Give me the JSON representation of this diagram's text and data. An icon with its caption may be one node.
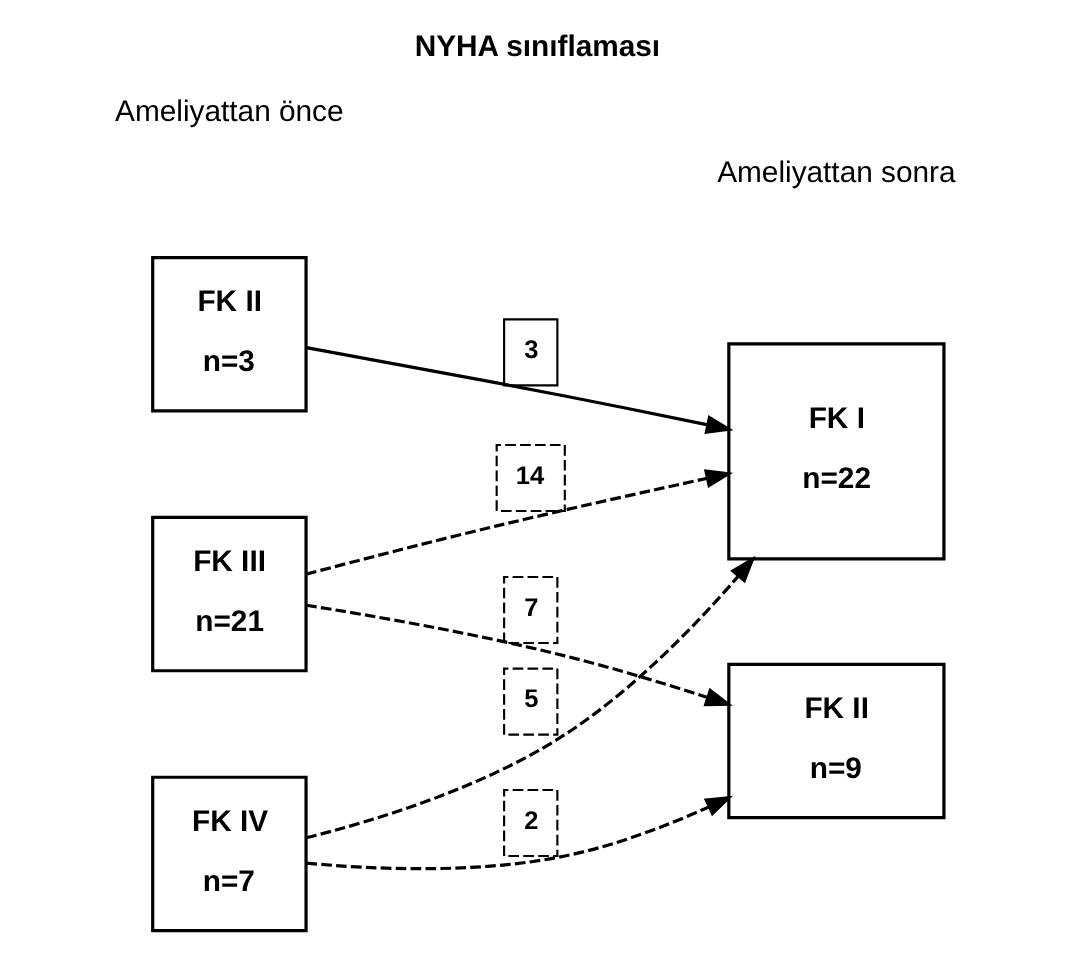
{
  "diagram": {
    "title": "NYHA sınıflaması",
    "nodes": [
      {
        "text": [
          "FK II",
          "n=3"
        ]
      },
      {
        "text": [
          "FK III",
          "n=21"
        ]
      },
      {
        "text": [
          "FK IV",
          "n=7"
        ]
      },
      {
        "text": [
          "FK I",
          "n=22"
        ]
      },
      {
        "text": [
          "FK II",
          "n=9"
        ]
      }
    ],
    "edges": [
      {
        "from": 0,
        "to": 3,
        "arrow": "to",
        "label": "3"
      },
      {
        "from": 1,
        "to": 3,
        "arrow": "to",
        "label": "14",
        "style": "dashed"
      },
      {
        "from": 2,
        "to": 3,
        "arrow": "to",
        "label": "5",
        "style": "dashed"
      },
      {
        "from": 1,
        "to": 4,
        "arrow": "to",
        "label": "7",
        "style": "dashed"
      },
      {
        "from": 2,
        "to": 4,
        "arrow": "to",
        "label": "2",
        "style": "dashed"
      }
    ],
    "labels": [
      "Ameliyattan önce",
      "Ameliyattan sonra"
    ]
  }
}
